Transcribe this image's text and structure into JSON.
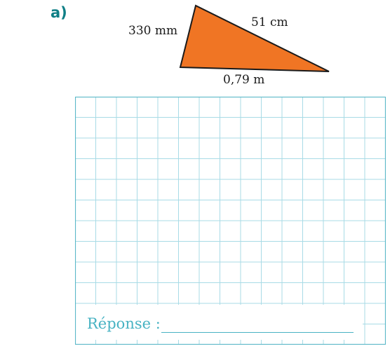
{
  "exercise": {
    "label": "a)"
  },
  "triangle": {
    "fill": "#f07524",
    "stroke": "#1a1a1a",
    "sides": [
      "330 mm",
      "51 cm",
      "0,79 m"
    ]
  },
  "grid": {
    "line_color": "#a8dbe6",
    "border_color": "#5bb8c8"
  },
  "answer": {
    "label": "Réponse :",
    "color": "#48b3c3"
  }
}
